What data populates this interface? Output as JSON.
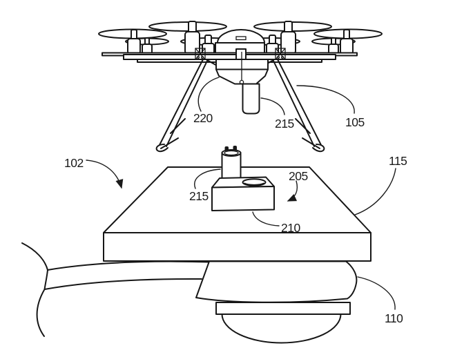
{
  "diagram": {
    "kind": "patent-figure",
    "background_color": "#ffffff",
    "line_color": "#161616",
    "labels": [
      {
        "id": "ref-220",
        "part": "uav-battery-holder",
        "text": "220"
      },
      {
        "id": "ref-215-uav",
        "part": "battery-on-uav",
        "text": "215"
      },
      {
        "id": "ref-105",
        "part": "uav",
        "text": "105"
      },
      {
        "id": "ref-102",
        "part": "system-overview",
        "text": "102"
      },
      {
        "id": "ref-115",
        "part": "swap-platform",
        "text": "115"
      },
      {
        "id": "ref-205",
        "part": "battery-receptacle-hole",
        "text": "205"
      },
      {
        "id": "ref-215-station",
        "part": "battery-in-station",
        "text": "215"
      },
      {
        "id": "ref-210",
        "part": "station-box",
        "text": "210"
      },
      {
        "id": "ref-110",
        "part": "streetlight-head",
        "text": "110"
      }
    ]
  }
}
